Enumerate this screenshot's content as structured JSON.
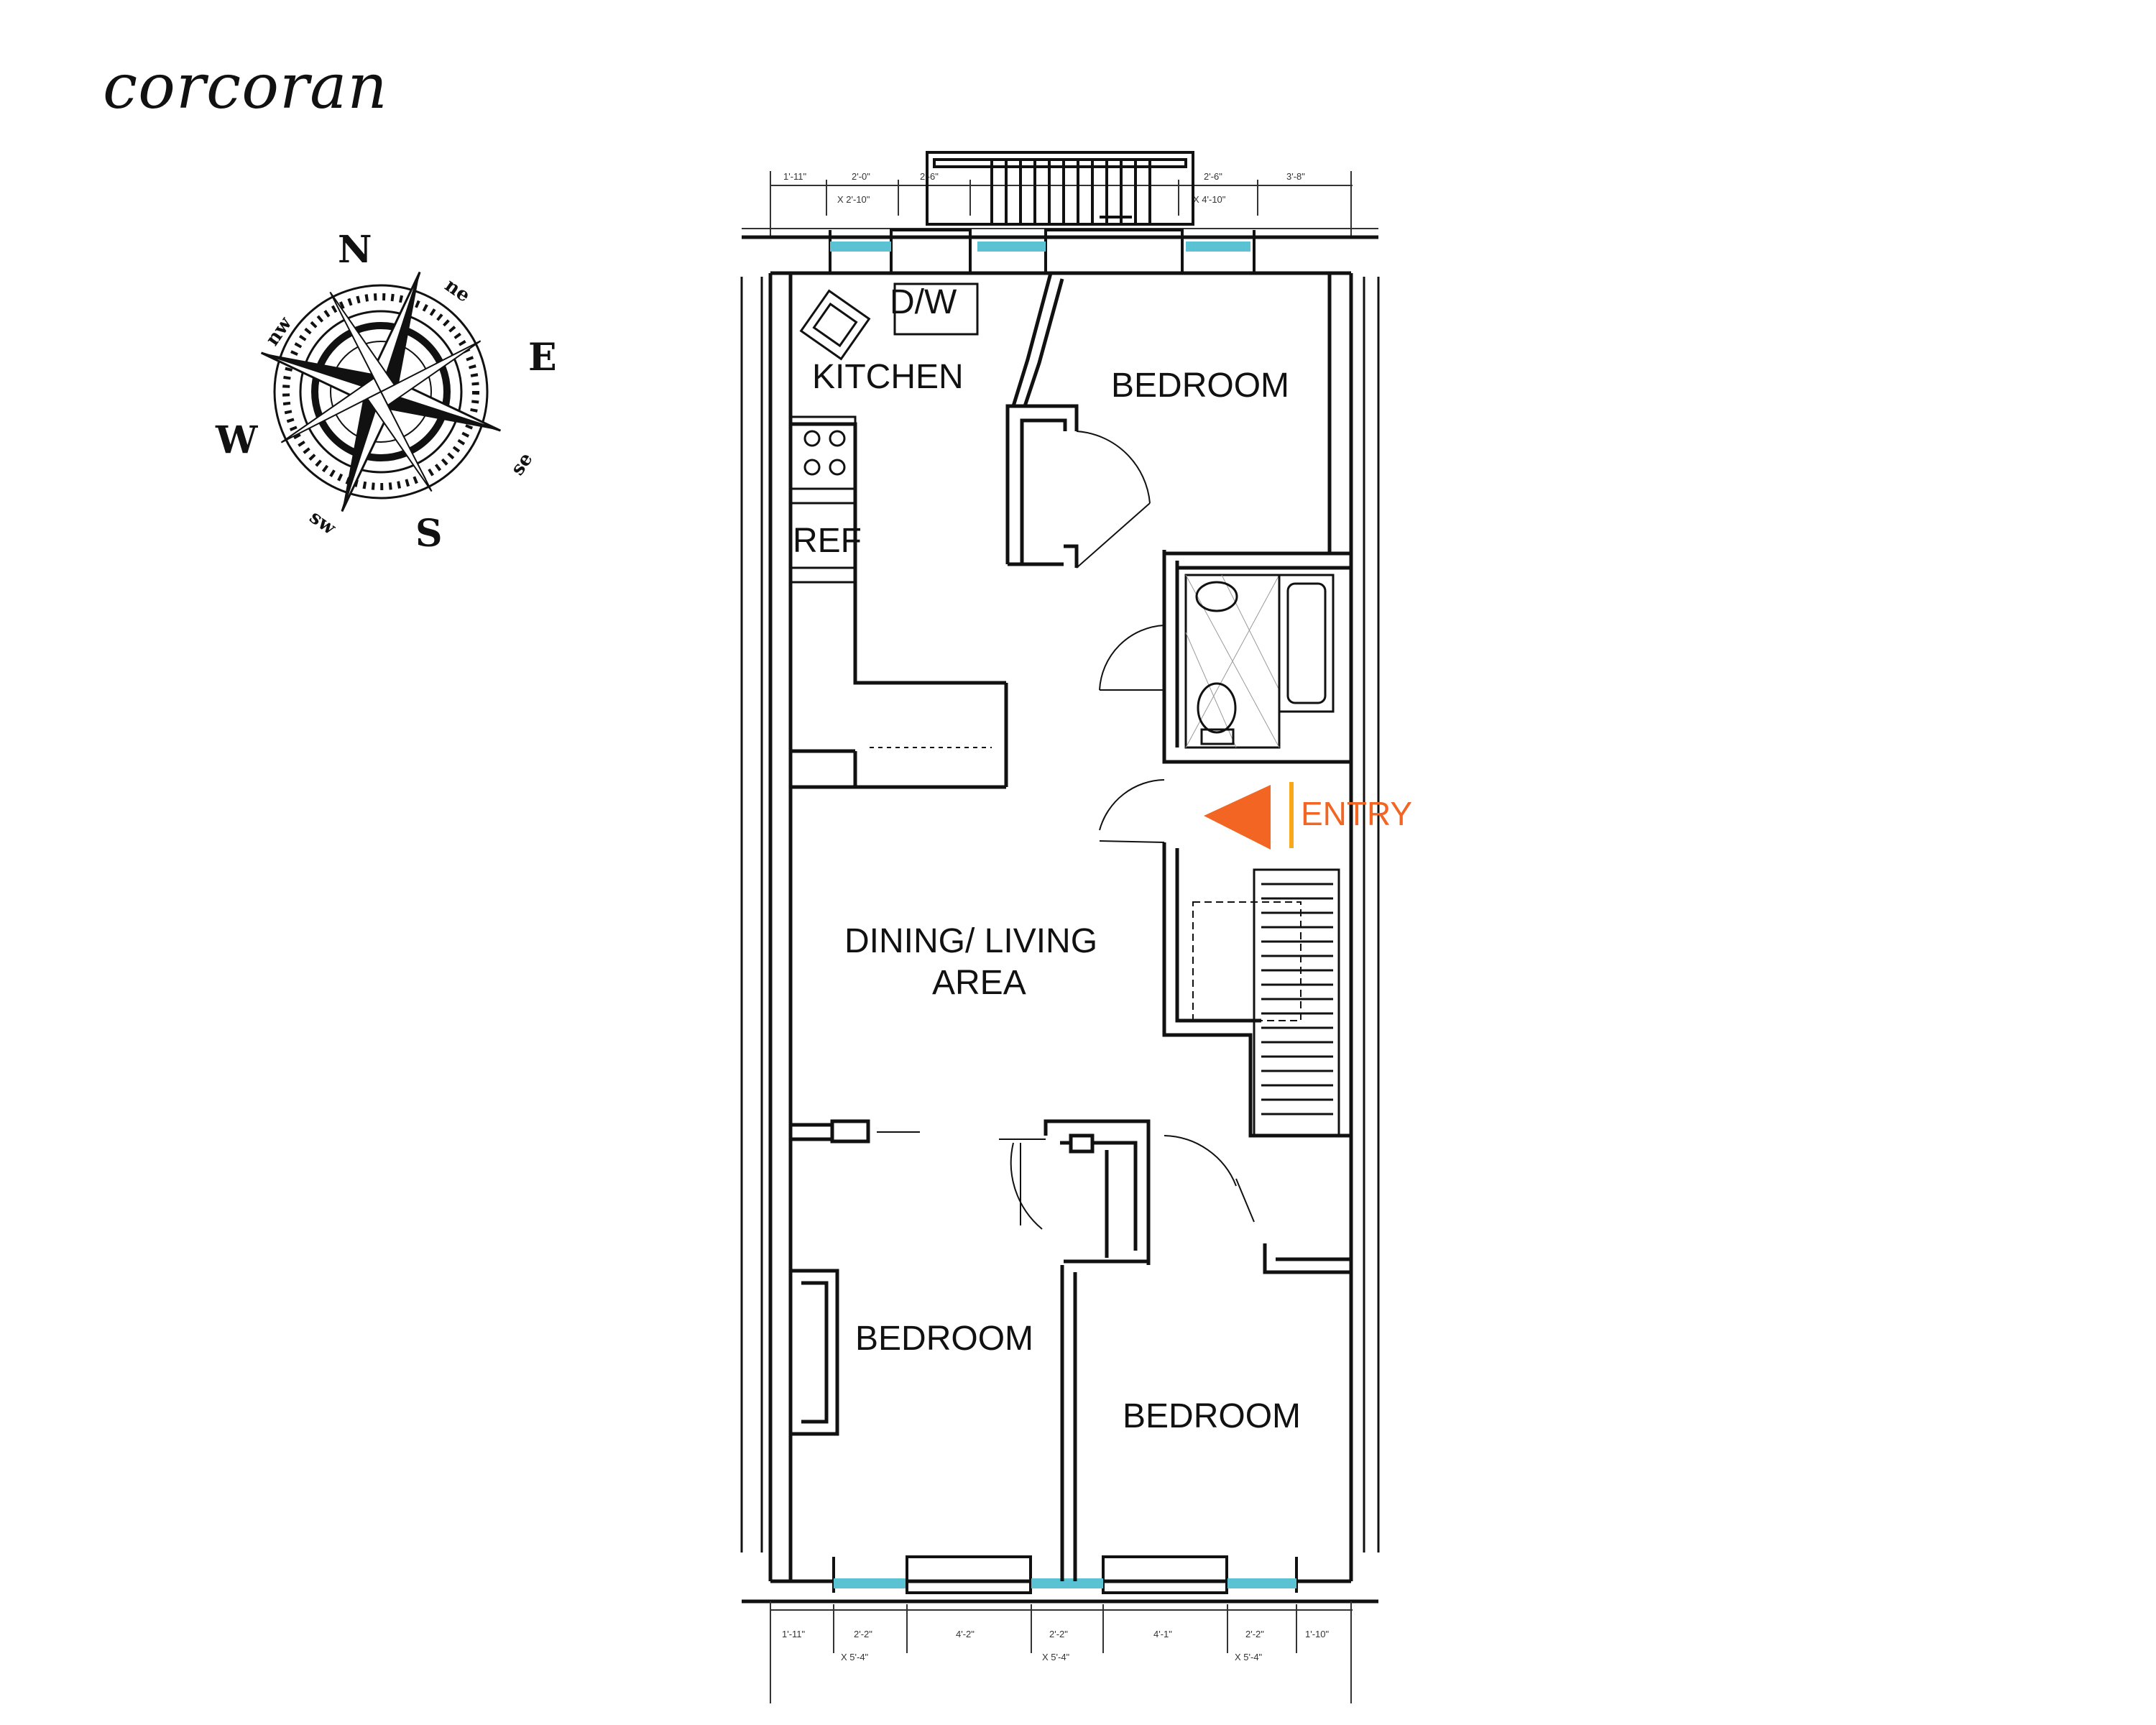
{
  "brand": {
    "logo": "corcoran"
  },
  "compass": {
    "n": "N",
    "s": "S",
    "e": "E",
    "w": "W",
    "ne": "ne",
    "nw": "nw",
    "se": "se",
    "sw": "sw"
  },
  "rooms": {
    "kitchen": "KITCHEN",
    "dw": "D/W",
    "ref": "REF",
    "bedroom_ne": "BEDROOM",
    "dining_line1": "DINING/ LIVING",
    "dining_line2": "AREA",
    "bedroom_sw": "BEDROOM",
    "bedroom_se": "BEDROOM"
  },
  "entry": {
    "label": "ENTRY",
    "arrow_color": "#f26522",
    "bar_color": "#f7a81b"
  },
  "colors": {
    "window": "#5bc2d3",
    "wall": "#111111",
    "dim": "#333333"
  },
  "dimensions": {
    "top": [
      "1'-11\"",
      "2'-0\"",
      "2'-6\"",
      "2'-6\"",
      "3'-8\""
    ],
    "top_sub": [
      "X 2'-10\"",
      "X 4'-10\""
    ],
    "bottom": [
      "1'-11\"",
      "2'-2\"",
      "4'-2\"",
      "2'-2\"",
      "4'-1\"",
      "2'-2\"",
      "1'-10\""
    ],
    "bottom_sub": [
      "X 5'-4\"",
      "X 5'-4\"",
      "X 5'-4\""
    ]
  }
}
